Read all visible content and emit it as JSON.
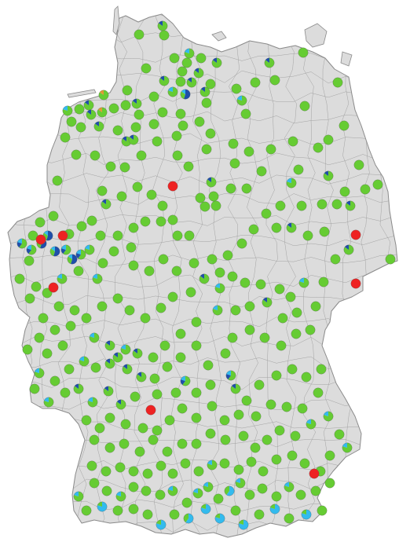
{
  "colors": {
    "green": "#66cc33",
    "light_blue": "#33bbee",
    "dark_blue": "#1f4faa",
    "orange": "#e09a33",
    "red": "#ee2222",
    "land": "#dcdcdc",
    "border": "#8a8a8a"
  },
  "pie_types": {
    "g": [
      {
        "c": "green",
        "v": 1.0
      }
    ],
    "gb": [
      {
        "c": "green",
        "v": 0.85
      },
      {
        "c": "dark_blue",
        "v": 0.15
      }
    ],
    "gl": [
      {
        "c": "green",
        "v": 0.8
      },
      {
        "c": "light_blue",
        "v": 0.2
      }
    ],
    "gbl": [
      {
        "c": "green",
        "v": 0.6
      },
      {
        "c": "dark_blue",
        "v": 0.2
      },
      {
        "c": "light_blue",
        "v": 0.2
      }
    ],
    "bg": [
      {
        "c": "dark_blue",
        "v": 0.55
      },
      {
        "c": "green",
        "v": 0.3
      },
      {
        "c": "light_blue",
        "v": 0.15
      }
    ],
    "lg": [
      {
        "c": "light_blue",
        "v": 0.6
      },
      {
        "c": "green",
        "v": 0.4
      }
    ],
    "l": [
      {
        "c": "light_blue",
        "v": 0.8
      },
      {
        "c": "green",
        "v": 0.2
      }
    ],
    "go": [
      {
        "c": "green",
        "v": 0.85
      },
      {
        "c": "orange",
        "v": 0.15
      }
    ],
    "r": [
      {
        "c": "red",
        "v": 1.0
      }
    ]
  },
  "markers": [
    [
      "g",
      177,
      44
    ],
    [
      "gb",
      207,
      33
    ],
    [
      "g",
      209,
      45
    ],
    [
      "g",
      186,
      87
    ],
    [
      "g",
      222,
      74
    ],
    [
      "gl",
      241,
      68
    ],
    [
      "g",
      256,
      74
    ],
    [
      "gb",
      276,
      80
    ],
    [
      "g",
      238,
      80
    ],
    [
      "g",
      232,
      91
    ],
    [
      "gb",
      253,
      93
    ],
    [
      "gb",
      209,
      103
    ],
    [
      "g",
      230,
      104
    ],
    [
      "gb",
      244,
      105
    ],
    [
      "g",
      268,
      107
    ],
    [
      "gl",
      220,
      117
    ],
    [
      "bg",
      236,
      120
    ],
    [
      "gb",
      261,
      117
    ],
    [
      "g",
      263,
      131
    ],
    [
      "g",
      196,
      123
    ],
    [
      "g",
      162,
      115
    ],
    [
      "go",
      132,
      121
    ],
    [
      "gb",
      113,
      134
    ],
    [
      "g",
      101,
      139
    ],
    [
      "gb",
      116,
      146
    ],
    [
      "go",
      130,
      143
    ],
    [
      "g",
      145,
      138
    ],
    [
      "g",
      160,
      134
    ],
    [
      "gb",
      174,
      132
    ],
    [
      "gl",
      86,
      141
    ],
    [
      "g",
      91,
      155
    ],
    [
      "g",
      103,
      162
    ],
    [
      "g",
      83,
      175
    ],
    [
      "gb",
      126,
      161
    ],
    [
      "g",
      150,
      166
    ],
    [
      "gb",
      161,
      180
    ],
    [
      "gb",
      170,
      178
    ],
    [
      "g",
      173,
      162
    ],
    [
      "g",
      177,
      146
    ],
    [
      "g",
      196,
      158
    ],
    [
      "g",
      207,
      143
    ],
    [
      "g",
      230,
      145
    ],
    [
      "g",
      254,
      155
    ],
    [
      "g",
      233,
      160
    ],
    [
      "gl",
      308,
      128
    ],
    [
      "g",
      301,
      113
    ],
    [
      "g",
      313,
      145
    ],
    [
      "g",
      325,
      105
    ],
    [
      "gb",
      343,
      80
    ],
    [
      "g",
      350,
      102
    ],
    [
      "g",
      386,
      67
    ],
    [
      "g",
      430,
      105
    ],
    [
      "g",
      388,
      135
    ],
    [
      "g",
      438,
      160
    ],
    [
      "g",
      373,
      180
    ],
    [
      "g",
      405,
      188
    ],
    [
      "g",
      418,
      178
    ],
    [
      "g",
      457,
      210
    ],
    [
      "gb",
      418,
      224
    ],
    [
      "g",
      481,
      235
    ],
    [
      "g",
      465,
      241
    ],
    [
      "g",
      439,
      244
    ],
    [
      "gb",
      446,
      262
    ],
    [
      "g",
      429,
      260
    ],
    [
      "g",
      410,
      260
    ],
    [
      "g",
      384,
      262
    ],
    [
      "gl",
      371,
      233
    ],
    [
      "g",
      380,
      216
    ],
    [
      "g",
      345,
      190
    ],
    [
      "g",
      333,
      218
    ],
    [
      "g",
      317,
      193
    ],
    [
      "g",
      297,
      183
    ],
    [
      "g",
      299,
      208
    ],
    [
      "g",
      314,
      240
    ],
    [
      "g",
      294,
      240
    ],
    [
      "g",
      272,
      250
    ],
    [
      "gb",
      269,
      232
    ],
    [
      "g",
      255,
      252
    ],
    [
      "g",
      261,
      263
    ],
    [
      "g",
      275,
      262
    ],
    [
      "g",
      226,
      198
    ],
    [
      "g",
      240,
      212
    ],
    [
      "g",
      263,
      190
    ],
    [
      "g",
      268,
      170
    ],
    [
      "g",
      225,
      173
    ],
    [
      "g",
      200,
      180
    ],
    [
      "g",
      180,
      198
    ],
    [
      "g",
      159,
      213
    ],
    [
      "g",
      141,
      212
    ],
    [
      "g",
      121,
      198
    ],
    [
      "g",
      97,
      197
    ],
    [
      "g",
      73,
      230
    ],
    [
      "g",
      130,
      243
    ],
    [
      "gb",
      135,
      260
    ],
    [
      "g",
      155,
      250
    ],
    [
      "g",
      175,
      238
    ],
    [
      "g",
      193,
      248
    ],
    [
      "g",
      207,
      262
    ],
    [
      "g",
      220,
      280
    ],
    [
      "g",
      241,
      300
    ],
    [
      "g",
      226,
      300
    ],
    [
      "g",
      205,
      282
    ],
    [
      "g",
      185,
      282
    ],
    [
      "g",
      170,
      290
    ],
    [
      "g",
      150,
      300
    ],
    [
      "g",
      128,
      300
    ],
    [
      "g",
      117,
      281
    ],
    [
      "g",
      104,
      288
    ],
    [
      "g",
      88,
      298
    ],
    [
      "gb",
      82,
      300
    ],
    [
      "g",
      68,
      275
    ],
    [
      "g",
      51,
      283
    ],
    [
      "g",
      42,
      300
    ],
    [
      "gbl",
      28,
      310
    ],
    [
      "gbl",
      40,
      318
    ],
    [
      "bg",
      53,
      310
    ],
    [
      "bg",
      61,
      300
    ],
    [
      "bg",
      70,
      320
    ],
    [
      "gbl",
      84,
      318
    ],
    [
      "bg",
      92,
      330
    ],
    [
      "gbl",
      103,
      324
    ],
    [
      "gl",
      114,
      318
    ],
    [
      "g",
      100,
      345
    ],
    [
      "gl",
      79,
      355
    ],
    [
      "g",
      37,
      332
    ],
    [
      "g",
      25,
      355
    ],
    [
      "g",
      46,
      365
    ],
    [
      "g",
      60,
      373
    ],
    [
      "g",
      38,
      380
    ],
    [
      "g",
      75,
      390
    ],
    [
      "g",
      55,
      405
    ],
    [
      "g",
      95,
      395
    ],
    [
      "gl",
      124,
      355
    ],
    [
      "g",
      131,
      335
    ],
    [
      "g",
      145,
      320
    ],
    [
      "g",
      167,
      315
    ],
    [
      "g",
      170,
      338
    ],
    [
      "g",
      190,
      345
    ],
    [
      "g",
      208,
      330
    ],
    [
      "g",
      225,
      345
    ],
    [
      "g",
      247,
      335
    ],
    [
      "g",
      270,
      330
    ],
    [
      "g",
      290,
      325
    ],
    [
      "g",
      308,
      310
    ],
    [
      "g",
      323,
      292
    ],
    [
      "g",
      339,
      272
    ],
    [
      "g",
      357,
      262
    ],
    [
      "g",
      352,
      290
    ],
    [
      "gb",
      371,
      290
    ],
    [
      "g",
      392,
      300
    ],
    [
      "g",
      413,
      295
    ],
    [
      "gb",
      444,
      318
    ],
    [
      "g",
      427,
      330
    ],
    [
      "g",
      497,
      330
    ],
    [
      "g",
      412,
      359
    ],
    [
      "gl",
      387,
      360
    ],
    [
      "g",
      370,
      378
    ],
    [
      "g",
      356,
      368
    ],
    [
      "g",
      332,
      362
    ],
    [
      "g",
      312,
      360
    ],
    [
      "g",
      296,
      352
    ],
    [
      "g",
      280,
      347
    ],
    [
      "gb",
      260,
      355
    ],
    [
      "g",
      243,
      372
    ],
    [
      "g",
      220,
      378
    ],
    [
      "g",
      205,
      392
    ],
    [
      "g",
      185,
      405
    ],
    [
      "g",
      165,
      395
    ],
    [
      "g",
      150,
      380
    ],
    [
      "g",
      130,
      390
    ],
    [
      "g",
      110,
      405
    ],
    [
      "g",
      90,
      415
    ],
    [
      "g",
      70,
      420
    ],
    [
      "g",
      50,
      430
    ],
    [
      "g",
      35,
      445
    ],
    [
      "g",
      60,
      450
    ],
    [
      "g",
      80,
      440
    ],
    [
      "gl",
      120,
      430
    ],
    [
      "gb",
      140,
      440
    ],
    [
      "gb",
      150,
      455
    ],
    [
      "gl",
      160,
      445
    ],
    [
      "gb",
      175,
      450
    ],
    [
      "g",
      195,
      455
    ],
    [
      "g",
      210,
      440
    ],
    [
      "g",
      230,
      425
    ],
    [
      "g",
      250,
      410
    ],
    [
      "gl",
      277,
      395
    ],
    [
      "gl",
      280,
      367
    ],
    [
      "g",
      300,
      395
    ],
    [
      "g",
      318,
      390
    ],
    [
      "gb",
      340,
      385
    ],
    [
      "g",
      360,
      405
    ],
    [
      "g",
      378,
      398
    ],
    [
      "g",
      402,
      390
    ],
    [
      "g",
      395,
      420
    ],
    [
      "g",
      377,
      425
    ],
    [
      "g",
      358,
      440
    ],
    [
      "g",
      337,
      430
    ],
    [
      "g",
      318,
      420
    ],
    [
      "g",
      296,
      430
    ],
    [
      "g",
      287,
      450
    ],
    [
      "g",
      265,
      465
    ],
    [
      "g",
      250,
      440
    ],
    [
      "g",
      230,
      455
    ],
    [
      "g",
      213,
      467
    ],
    [
      "g",
      197,
      482
    ],
    [
      "gb",
      180,
      480
    ],
    [
      "gb",
      162,
      470
    ],
    [
      "gb",
      140,
      463
    ],
    [
      "g",
      122,
      468
    ],
    [
      "gl",
      107,
      460
    ],
    [
      "g",
      88,
      470
    ],
    [
      "g",
      70,
      485
    ],
    [
      "gl",
      50,
      475
    ],
    [
      "g",
      44,
      495
    ],
    [
      "gl",
      62,
      512
    ],
    [
      "g",
      83,
      500
    ],
    [
      "gb",
      100,
      495
    ],
    [
      "gl",
      118,
      512
    ],
    [
      "gb",
      138,
      498
    ],
    [
      "gb",
      154,
      515
    ],
    [
      "g",
      172,
      505
    ],
    [
      "g",
      200,
      502
    ],
    [
      "g",
      224,
      500
    ],
    [
      "gbl",
      236,
      485
    ],
    [
      "g",
      250,
      500
    ],
    [
      "g",
      268,
      490
    ],
    [
      "gbl",
      294,
      478
    ],
    [
      "gb",
      300,
      495
    ],
    [
      "g",
      314,
      510
    ],
    [
      "g",
      330,
      490
    ],
    [
      "g",
      352,
      478
    ],
    [
      "g",
      372,
      470
    ],
    [
      "g",
      390,
      480
    ],
    [
      "g",
      409,
      470
    ],
    [
      "g",
      405,
      500
    ],
    [
      "g",
      385,
      520
    ],
    [
      "g",
      365,
      518
    ],
    [
      "g",
      345,
      515
    ],
    [
      "g",
      326,
      530
    ],
    [
      "g",
      304,
      528
    ],
    [
      "g",
      286,
      535
    ],
    [
      "g",
      270,
      517
    ],
    [
      "g",
      250,
      532
    ],
    [
      "g",
      232,
      520
    ],
    [
      "g",
      216,
      535
    ],
    [
      "g",
      200,
      548
    ],
    [
      "g",
      182,
      545
    ],
    [
      "g",
      160,
      540
    ],
    [
      "g",
      140,
      532
    ],
    [
      "g",
      127,
      545
    ],
    [
      "g",
      110,
      535
    ],
    [
      "g",
      120,
      560
    ],
    [
      "g",
      140,
      570
    ],
    [
      "g",
      158,
      565
    ],
    [
      "g",
      178,
      575
    ],
    [
      "g",
      195,
      560
    ],
    [
      "g",
      213,
      575
    ],
    [
      "g",
      232,
      565
    ],
    [
      "g",
      250,
      565
    ],
    [
      "g",
      268,
      552
    ],
    [
      "g",
      287,
      560
    ],
    [
      "g",
      310,
      555
    ],
    [
      "g",
      325,
      570
    ],
    [
      "g",
      340,
      560
    ],
    [
      "g",
      356,
      548
    ],
    [
      "g",
      376,
      555
    ],
    [
      "gl",
      396,
      540
    ],
    [
      "gl",
      418,
      530
    ],
    [
      "g",
      432,
      553
    ],
    [
      "gl",
      442,
      570
    ],
    [
      "g",
      420,
      580
    ],
    [
      "g",
      408,
      600
    ],
    [
      "g",
      388,
      590
    ],
    [
      "g",
      372,
      580
    ],
    [
      "g",
      352,
      585
    ],
    [
      "g",
      335,
      600
    ],
    [
      "g",
      320,
      588
    ],
    [
      "g",
      304,
      598
    ],
    [
      "g",
      286,
      590
    ],
    [
      "gl",
      270,
      592
    ],
    [
      "g",
      253,
      600
    ],
    [
      "g",
      236,
      590
    ],
    [
      "g",
      220,
      603
    ],
    [
      "g",
      205,
      593
    ],
    [
      "g",
      188,
      603
    ],
    [
      "g",
      170,
      600
    ],
    [
      "g",
      153,
      595
    ],
    [
      "g",
      135,
      600
    ],
    [
      "g",
      117,
      593
    ],
    [
      "g",
      120,
      615
    ],
    [
      "g",
      136,
      625
    ],
    [
      "gl",
      154,
      632
    ],
    [
      "g",
      170,
      620
    ],
    [
      "g",
      186,
      625
    ],
    [
      "g",
      204,
      630
    ],
    [
      "gl",
      220,
      625
    ],
    [
      "g",
      238,
      640
    ],
    [
      "gl",
      252,
      628
    ],
    [
      "gl",
      265,
      620
    ],
    [
      "g",
      278,
      635
    ],
    [
      "lg",
      292,
      625
    ],
    [
      "gl",
      306,
      615
    ],
    [
      "g",
      318,
      630
    ],
    [
      "g",
      334,
      622
    ],
    [
      "g",
      352,
      632
    ],
    [
      "gl",
      368,
      620
    ],
    [
      "g",
      383,
      630
    ],
    [
      "g",
      402,
      625
    ],
    [
      "g",
      420,
      615
    ],
    [
      "g",
      300,
      650
    ],
    [
      "l",
      280,
      660
    ],
    [
      "l",
      262,
      648
    ],
    [
      "lg",
      240,
      660
    ],
    [
      "g",
      222,
      655
    ],
    [
      "l",
      205,
      668
    ],
    [
      "g",
      188,
      655
    ],
    [
      "g",
      170,
      648
    ],
    [
      "g",
      150,
      650
    ],
    [
      "l",
      130,
      645
    ],
    [
      "g",
      110,
      650
    ],
    [
      "gl",
      100,
      632
    ],
    [
      "l",
      310,
      668
    ],
    [
      "g",
      330,
      655
    ],
    [
      "l",
      350,
      648
    ],
    [
      "g",
      368,
      660
    ],
    [
      "l",
      390,
      655
    ],
    [
      "g",
      410,
      650
    ],
    [
      "r",
      52,
      305
    ],
    [
      "r",
      80,
      300
    ],
    [
      "r",
      68,
      366
    ],
    [
      "r",
      220,
      237
    ],
    [
      "r",
      453,
      299
    ],
    [
      "r",
      453,
      361
    ],
    [
      "r",
      192,
      522
    ],
    [
      "r",
      400,
      603
    ]
  ],
  "marker_radius": 6.2
}
